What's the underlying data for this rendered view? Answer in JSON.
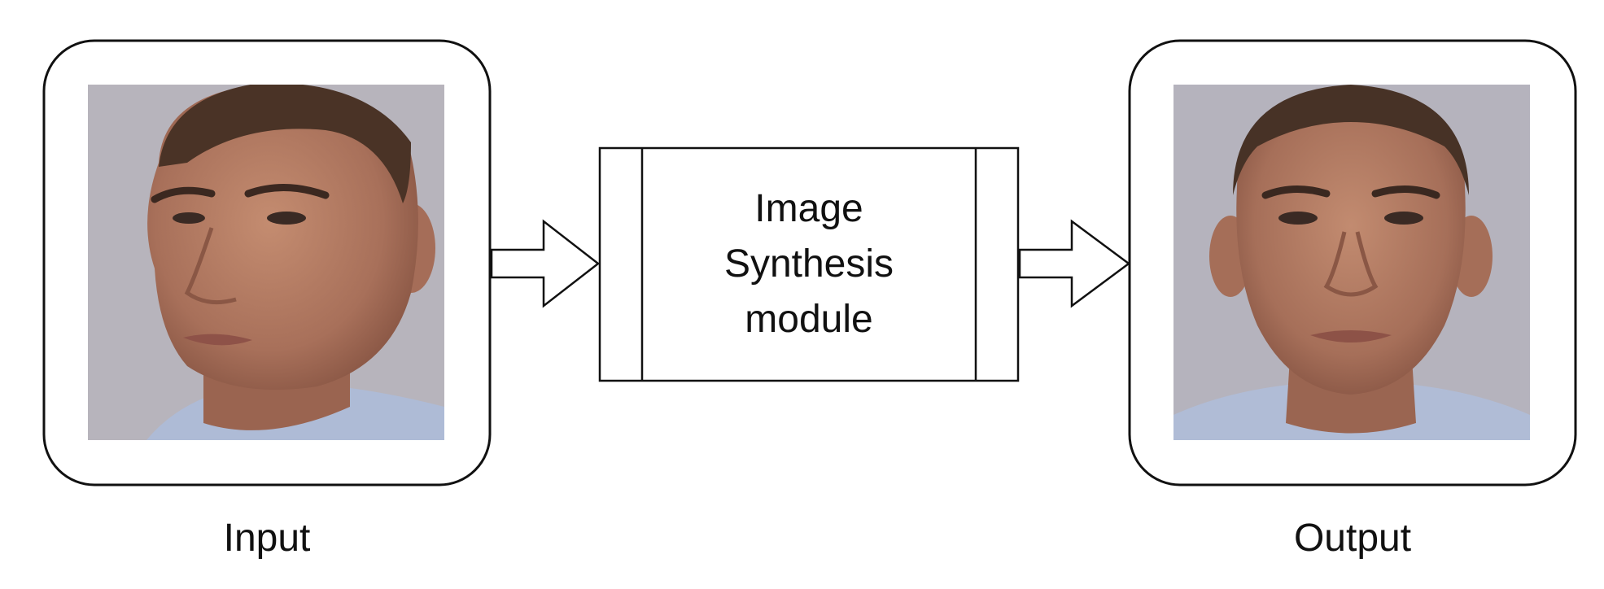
{
  "diagram": {
    "input_label": "Input",
    "output_label": "Output",
    "module": {
      "line1": "Image",
      "line2": "Synthesis",
      "line3": "module"
    },
    "input_image": {
      "pose": "face turned to the right (three-quarter view)",
      "background_color": "#b7b4bc",
      "skin_color": "#b07a60",
      "hair_color": "#4a3326",
      "shirt_color": "#aebbd6"
    },
    "output_image": {
      "pose": "frontal face",
      "background_color": "#b5b3bd",
      "skin_color": "#ad7861",
      "hair_color": "#473226",
      "shirt_color": "#b0bcd6"
    },
    "stroke_color": "#111111"
  }
}
